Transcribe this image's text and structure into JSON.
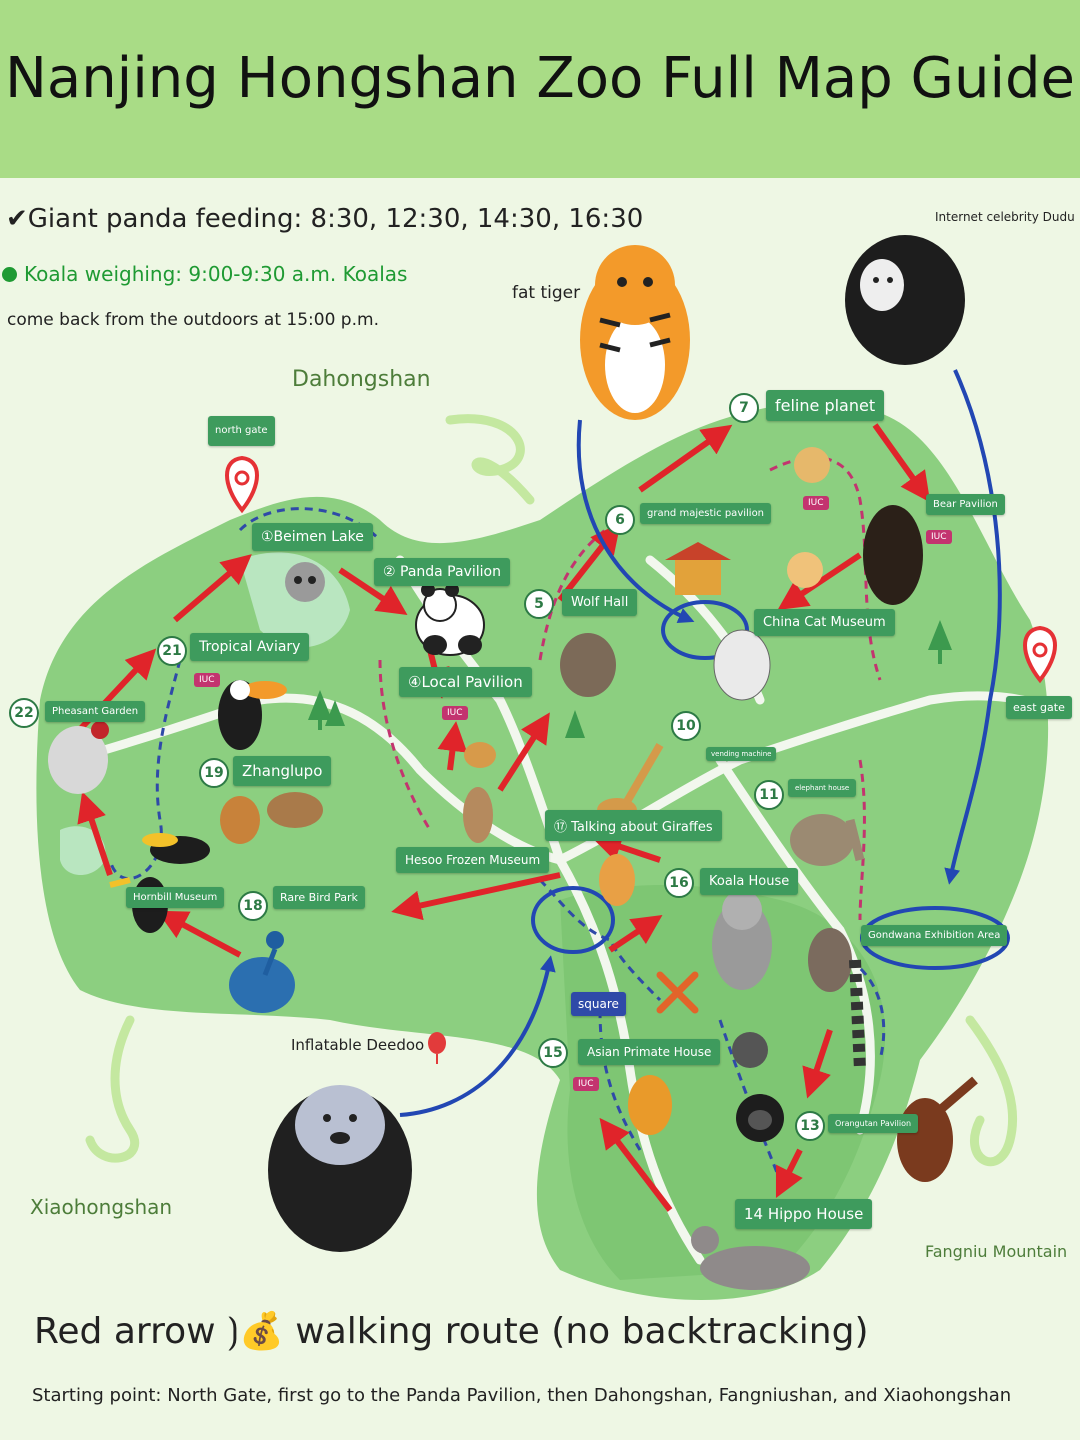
{
  "title": "Nanjing Hongshan Zoo Full Map Guide",
  "info": {
    "line1": "✔Giant panda feeding: 8:30, 12:30, 14:30, 16:30",
    "line2": "Koala weighing: 9:00-9:30 a.m. Koalas",
    "line3": "come back from the outdoors at 15:00 p.m."
  },
  "regions": {
    "dahongshan": "Dahongshan",
    "xiaohongshan": "Xiaohongshan",
    "fangniu": "Fangniu Mountain"
  },
  "notes": {
    "celebrity": "Internet celebrity Dudu",
    "fat_tiger": "fat tiger",
    "inflatable": "Inflatable Deedoo",
    "vending": "vending machine"
  },
  "gates": {
    "north": "north gate",
    "east": "east gate"
  },
  "pavilion_tag": "IUC",
  "locations": {
    "beimen_lake": "①Beimen Lake",
    "panda_pavilion": "② Panda Pavilion",
    "local_pavilion": "④Local Pavilion",
    "wolf_hall": "Wolf Hall",
    "grand_majestic": "grand majestic pavilion",
    "feline_planet": "feline planet",
    "bear_pavilion": "Bear Pavilion",
    "china_cat_museum": "China Cat Museum",
    "elephant_house": "elephant house",
    "talking_giraffes": "⑰ Talking about Giraffes",
    "hesoo_museum": "Hesoo Frozen Museum",
    "koala_house": "Koala House",
    "gondwana": "Gondwana Exhibition Area",
    "square": "square",
    "asian_primate": "Asian Primate House",
    "orangutan": "Orangutan Pavilion",
    "hippo": "14 Hippo House",
    "tropical_aviary": "Tropical Aviary",
    "pheasant_garden": "Pheasant Garden",
    "zhanglupo": "Zhanglupo",
    "hornbill": "Hornbill Museum",
    "rare_bird": "Rare Bird Park"
  },
  "numbers": {
    "n5": "5",
    "n6": "6",
    "n7": "7",
    "n10": "10",
    "n11": "11",
    "n13": "13",
    "n15": "15",
    "n16": "16",
    "n18": "18",
    "n19": "19",
    "n21": "21",
    "n22": "22"
  },
  "legend": {
    "route": "Red arrow ⟯💰 walking route (no backtracking)",
    "start": "Starting point: North Gate, first go to the Panda Pavilion, then Dahongshan, Fangniushan, and Xiaohongshan"
  },
  "colors": {
    "header": "#a9dc86",
    "map_green": "#8ccf80",
    "path": "#f2f7ee",
    "route_red": "#e0242a",
    "blue": "#2247b3",
    "label_green": "#3e9b5d"
  },
  "icons": [
    "location-pin-icon",
    "balloon-icon",
    "tiger-figure",
    "monkey-figure",
    "panda-figure",
    "lemur-figure",
    "toucan-figure",
    "peacock-figure",
    "giraffe-figure",
    "koala-figure",
    "gorilla-figure",
    "orangutan-figure",
    "hippo-figure",
    "elephant-figure",
    "bear-figure",
    "wolf-figure",
    "tree-icon"
  ]
}
